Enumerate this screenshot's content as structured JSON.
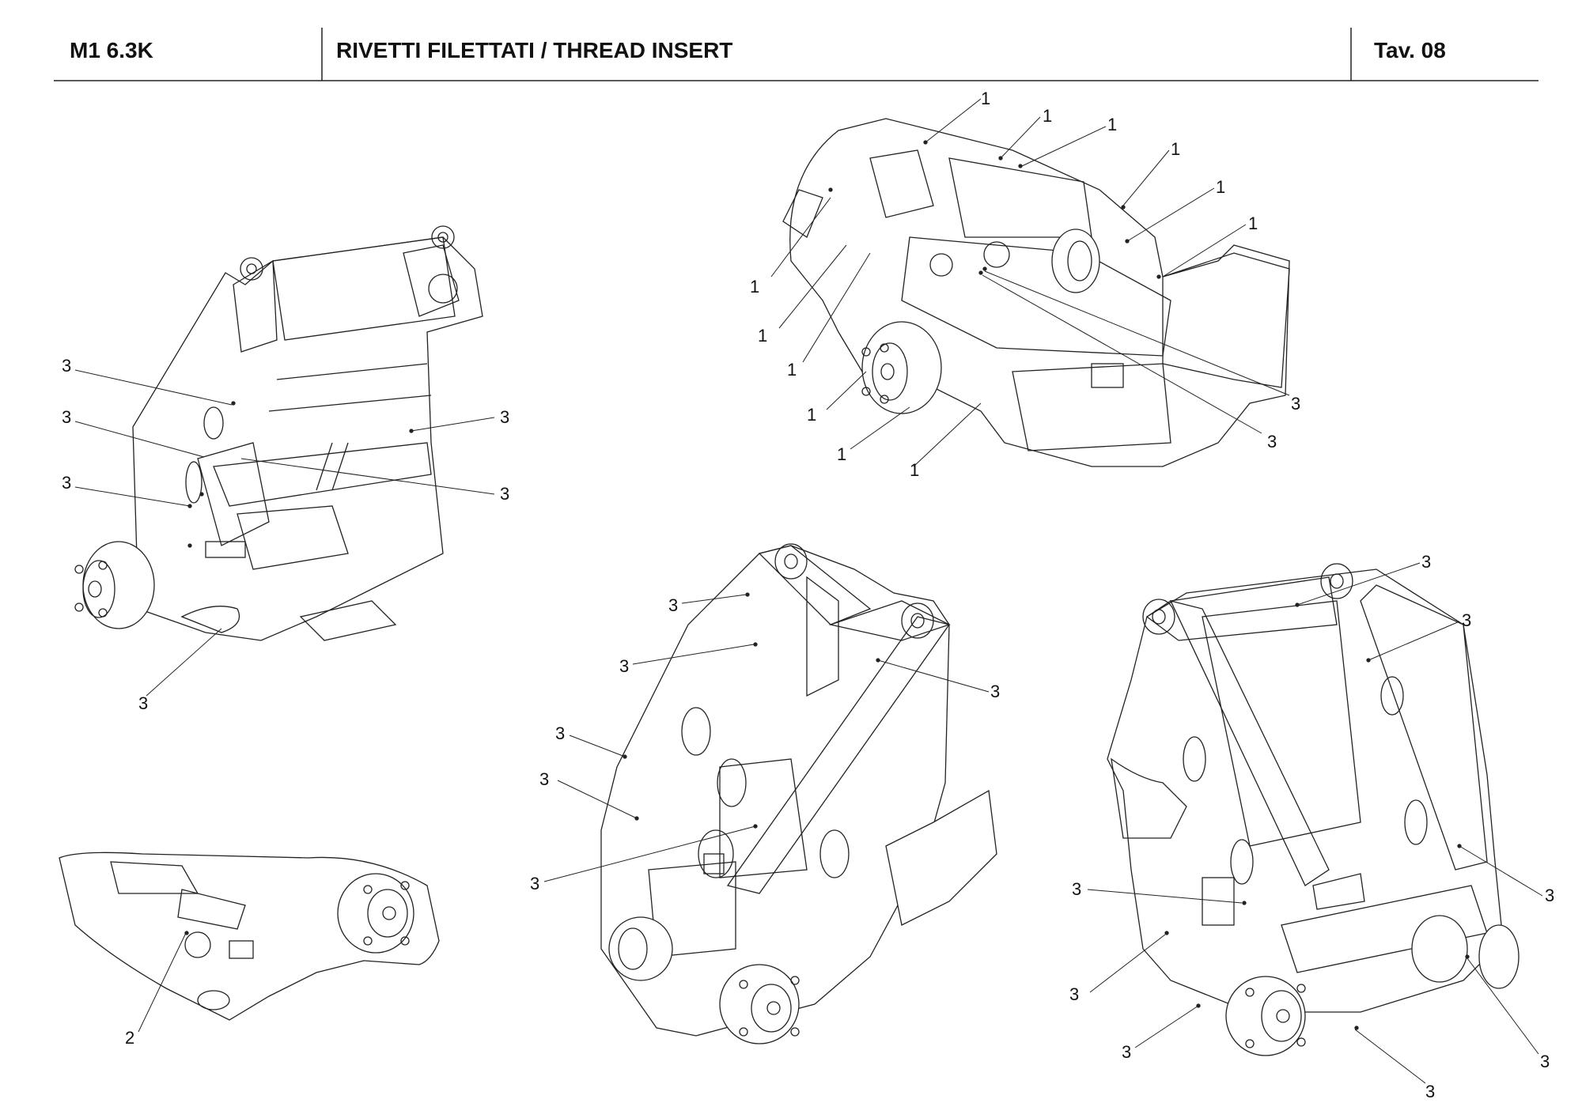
{
  "header": {
    "model": "M1 6.3K",
    "title": "RIVETTI FILETTATI / THREAD INSERT",
    "table_ref": "Tav.  08"
  },
  "callouts": {
    "thread_insert": "1",
    "bottom_item": "2",
    "rivet": "3"
  },
  "views": [
    "front-left frame view",
    "top chassis view",
    "bottom base plate view",
    "center rear frame view",
    "right rear frame view"
  ]
}
